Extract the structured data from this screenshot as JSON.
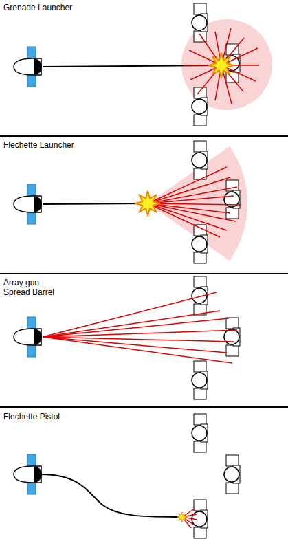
{
  "diagram": {
    "labels": [
      "Grenade Launcher",
      "Flechette Launcher",
      "Array gun Spread Barrel",
      "Flechette Pistol"
    ]
  }
}
